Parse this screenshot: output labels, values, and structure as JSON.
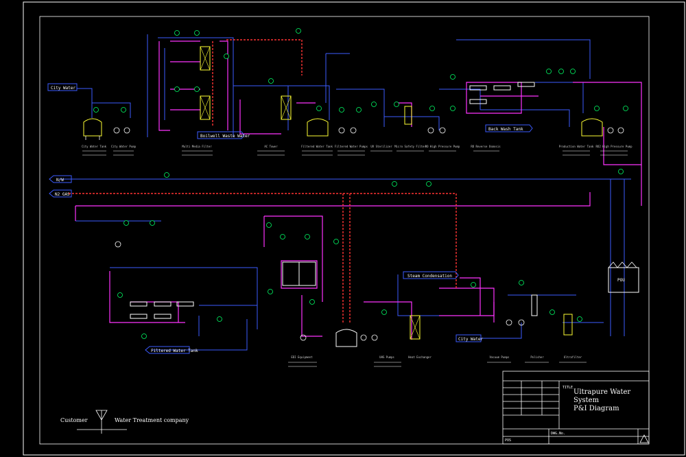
{
  "title_block": {
    "title_label": "TITLE",
    "title_line1": "Ultrapure Water",
    "title_line2": "System",
    "title_line3": "P&I Diagram",
    "dwg_label": "DWG.No.",
    "pos_label": "POS"
  },
  "footer": {
    "customer": "Customer",
    "company": "Water Treatment company"
  },
  "callouts": {
    "city_water_top": "City Water",
    "city_water_bottom": "City Water",
    "boilwell_waste_water": "Boilwell Waste Water",
    "back_wash_tank": "Back Wash Tank",
    "steam_condensation": "Steam Condensation",
    "filtered_water_tank": "Filtered Water Tank",
    "n2_gas": "N2 GAS",
    "n_w": "N/W",
    "pou": "POU"
  },
  "equipment_labels": [
    "City Water Tank",
    "City Water Pump",
    "Multi Media Filter",
    "AC Tower",
    "Filtered Water Tank",
    "Filtered Water Pumps",
    "UV Sterilizer",
    "Micro Safety Filter",
    "RO High Pressure Pump",
    "RO Reverse Osmosis",
    "Production Water Tank",
    "RO2 High Pressure Pump",
    "EDI Equipment",
    "UHS Pumps",
    "Heat Exchanger",
    "Vacuum Pumps",
    "Polisher",
    "Ultrafilter"
  ],
  "colors": {
    "background": "#000000",
    "frame": "#ffffff",
    "water_line": "#3b5bff",
    "process_line": "#ff33ff",
    "gas_line": "#ff3333",
    "instrument": "#00ff66",
    "equipment": "#ffff33"
  }
}
